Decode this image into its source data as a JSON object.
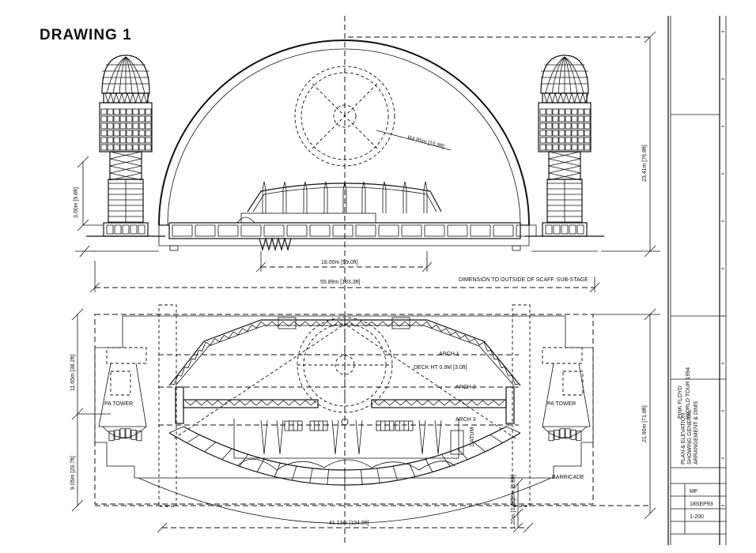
{
  "title": "DRAWING 1",
  "dimensions": {
    "radius": "R4.85m [15.9ft]",
    "tower_width": "3.00m [9.8ft]",
    "tower_height": "23.41m [76.8ft]",
    "stage_span": "18.00m [59.0ft]",
    "overall_width": "55.89m [183.3ft]",
    "scaff_note": "DIMENSION TO OUTSIDE OF SCAFF. SUB-STAGE",
    "plan_depth_upper": "11.65m [38.2ft]",
    "plan_depth_total": "21.90m [71.8ft]",
    "plan_depth_lower": "9.05m [29.7ft]",
    "front_gap": "1.20m [3.9ft]",
    "plan_width": "41.13m [134.9ft]"
  },
  "labels": {
    "arch_1": "ARCH 1",
    "deck_height": "DECK HT 0.9M [3.0ft]",
    "arch_2": "ARCH 2",
    "arch_3": "ARCH 3",
    "datum": "DATUM",
    "pa_tower_left": "PA TOWER",
    "pa_tower_right": "PA TOWER",
    "barricade": "BARRICADE"
  },
  "title_block": {
    "client": "PINK FLOYD",
    "project": "WORLD TOUR 1994",
    "description_1": "PLAN & ELEVATION",
    "description_2": "SHOWING GENERAL",
    "description_3": "ARRANGEMENT & DIMS",
    "drawn": "MF",
    "date": "18SEP93",
    "scale": "1-200"
  }
}
